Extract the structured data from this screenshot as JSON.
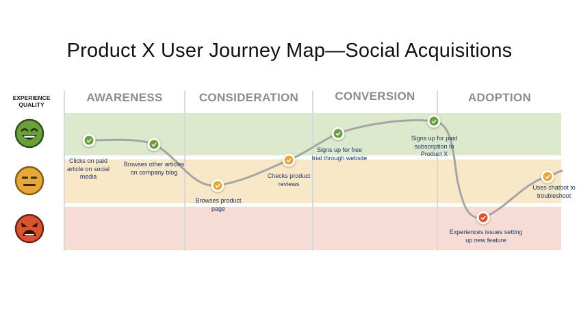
{
  "title": "Product X User Journey Map—Social Acquisitions",
  "experience_quality_label": "EXPERIENCE QUALITY",
  "phases": [
    "AWARENESS",
    "CONSIDERATION",
    "CONVERSION",
    "ADOPTION"
  ],
  "quality_levels": [
    {
      "level": "good",
      "icon": "happy-face-icon",
      "color": "#6a9f3c",
      "band_color": "#dce9cd"
    },
    {
      "level": "neutral",
      "icon": "neutral-face-icon",
      "color": "#e6a83a",
      "band_color": "#f8e8c8"
    },
    {
      "level": "bad",
      "icon": "angry-face-icon",
      "color": "#d9532f",
      "band_color": "#f7dcd5"
    }
  ],
  "steps": [
    {
      "label": "Clicks on paid article on social media",
      "phase": "AWARENESS",
      "quality": "good"
    },
    {
      "label": "Browses other articles on company blog",
      "phase": "AWARENESS",
      "quality": "good"
    },
    {
      "label": "Browses product page",
      "phase": "CONSIDERATION",
      "quality": "neutral"
    },
    {
      "label": "Checks product reviews",
      "phase": "CONSIDERATION",
      "quality": "neutral"
    },
    {
      "label": "Signs up for free trial through website",
      "phase": "CONVERSION",
      "quality": "good"
    },
    {
      "label": "Signs up for paid subscription to Product X",
      "phase": "CONVERSION",
      "quality": "good"
    },
    {
      "label": "Experiences issues setting up new feature",
      "phase": "ADOPTION",
      "quality": "bad"
    },
    {
      "label": "Uses chatbot to troubleshoot",
      "phase": "ADOPTION",
      "quality": "neutral"
    }
  ]
}
